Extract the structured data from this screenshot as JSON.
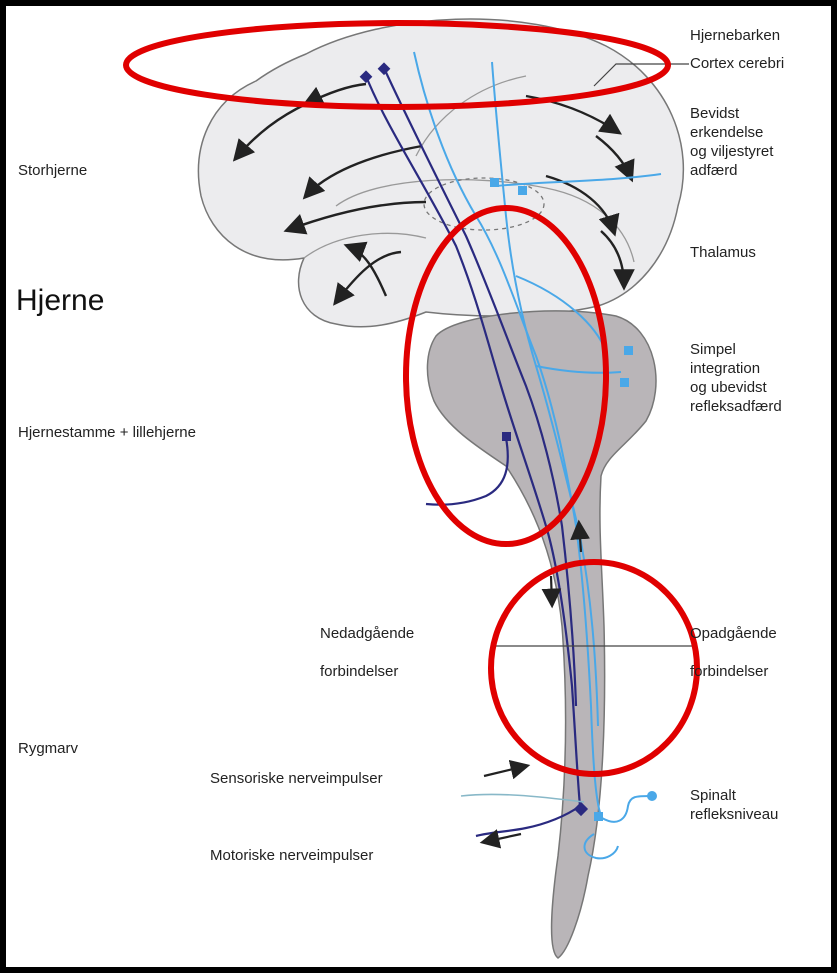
{
  "labels": {
    "hjernebarken": "Hjernebarken",
    "cortex": "Cortex cerebri",
    "bevidst": "Bevidst\nerkendelse\nog viljestyret\nadfærd",
    "storhjerne": "Storhjerne",
    "thalamus": "Thalamus",
    "hjerne": "Hjerne",
    "simpel": "Simpel\nintegration\nog ubevidst\nrefleksadfærd",
    "hjernestamme": "Hjernestamme + lillehjerne",
    "nedadgaende": "Nedadgående",
    "forbindelser_left": "forbindelser",
    "opadgaende": "Opadgående",
    "forbindelser_right": "forbindelser",
    "rygmarv": "Rygmarv",
    "sensoriske": "Sensoriske nerveimpulser",
    "spinalt": "Spinalt\nrefleksniveau",
    "motoriske": "Motoriske nerveimpulser"
  },
  "colors": {
    "brain_fill": "#ececee",
    "brainstem_fill": "#b9b5b8",
    "descending_path": "#2a2a80",
    "ascending_path": "#4aa8e8",
    "arrows": "#222222",
    "highlight_ellipse": "#e00000"
  }
}
